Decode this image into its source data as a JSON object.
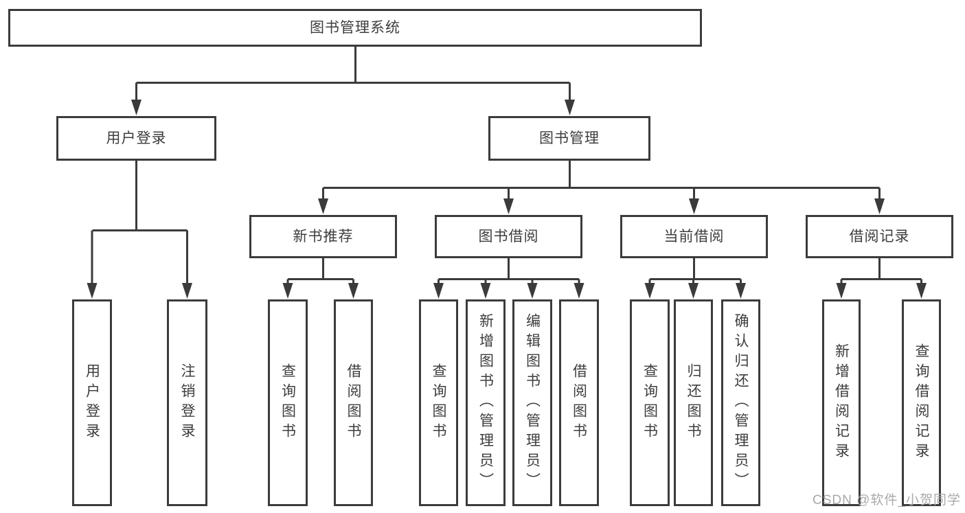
{
  "diagram": {
    "root": "图书管理系统",
    "branches": [
      {
        "label": "用户登录",
        "children": [
          "用户登录",
          "注销登录"
        ]
      },
      {
        "label": "图书管理",
        "modules": [
          {
            "label": "新书推荐",
            "children": [
              "查询图书",
              "借阅图书"
            ]
          },
          {
            "label": "图书借阅",
            "children": [
              "查询图书",
              "新增图书（管理员）",
              "编辑图书（管理员）",
              "借阅图书"
            ]
          },
          {
            "label": "当前借阅",
            "children": [
              "查询图书",
              "归还图书",
              "确认归还（管理员）"
            ]
          },
          {
            "label": "借阅记录",
            "children": [
              "新增借阅记录",
              "查询借阅记录"
            ]
          }
        ]
      }
    ]
  },
  "watermark": "CSDN @软件_小贺同学",
  "colors": {
    "line": "#3b3b3b",
    "text": "#3d3d3d",
    "box_background": "#ffffff",
    "page_background": "#ffffff",
    "watermark": "#a9a9a9"
  }
}
